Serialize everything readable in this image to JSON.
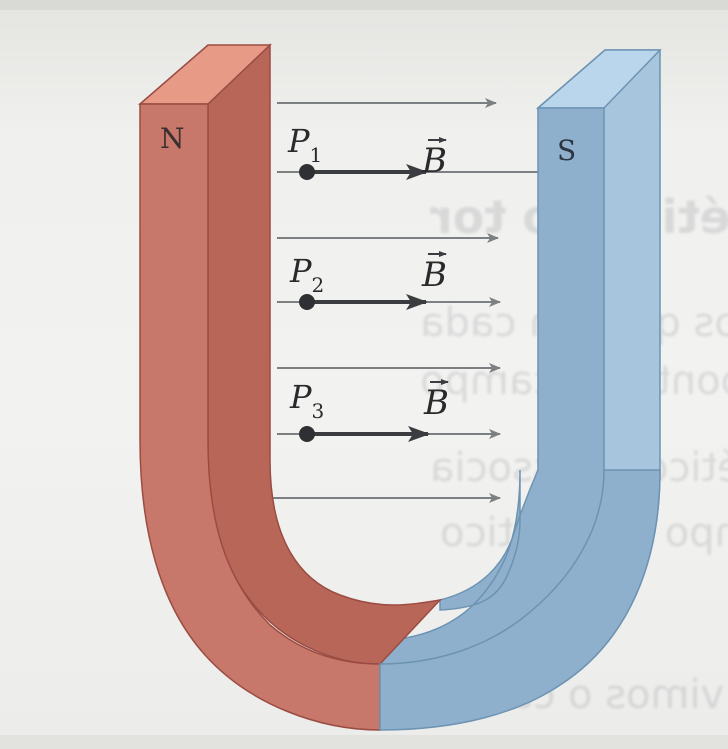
{
  "diagram": {
    "north_label": "N",
    "south_label": "S",
    "points": [
      {
        "name": "P",
        "sub": "1",
        "field": "B"
      },
      {
        "name": "P",
        "sub": "2",
        "field": "B"
      },
      {
        "name": "P",
        "sub": "3",
        "field": "B"
      }
    ],
    "colors": {
      "north_face": "#c8786a",
      "north_side": "#b86658",
      "north_top": "#e79a86",
      "south_face": "#8fb0cc",
      "south_side": "#a7c6de",
      "south_top": "#b9d6ec",
      "field_line": "#7d8083",
      "vector": "#3a3c40"
    }
  },
  "bleed_through_text": [
    "o magnético do tor",
    "dicamos, vimos que em cada",
    "mos que cada ponto do campo",
    "campo magnético B, associa",
    "um vetor campo magnético",
    "Basicamente, vimos o campo"
  ]
}
